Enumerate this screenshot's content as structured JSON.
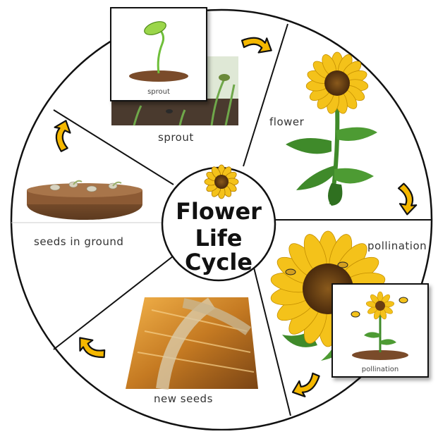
{
  "center": {
    "line1": "Flower",
    "line2": "Life",
    "line3": "Cycle"
  },
  "stages": {
    "sprout": "sprout",
    "flower": "flower",
    "pollination": "pollination",
    "new_seeds": "new seeds",
    "seeds_in_ground": "seeds in ground"
  },
  "cards": {
    "sprout_caption": "sprout",
    "pollination_caption": "pollination"
  },
  "colors": {
    "arrow": "#f5b800",
    "arrow_outline": "#111111",
    "wheel_line": "#111111",
    "sunflower_petal": "#f4c21a",
    "sunflower_center": "#6b3d12",
    "leaf": "#3f8a2a",
    "soil": "#7a4b2a"
  }
}
